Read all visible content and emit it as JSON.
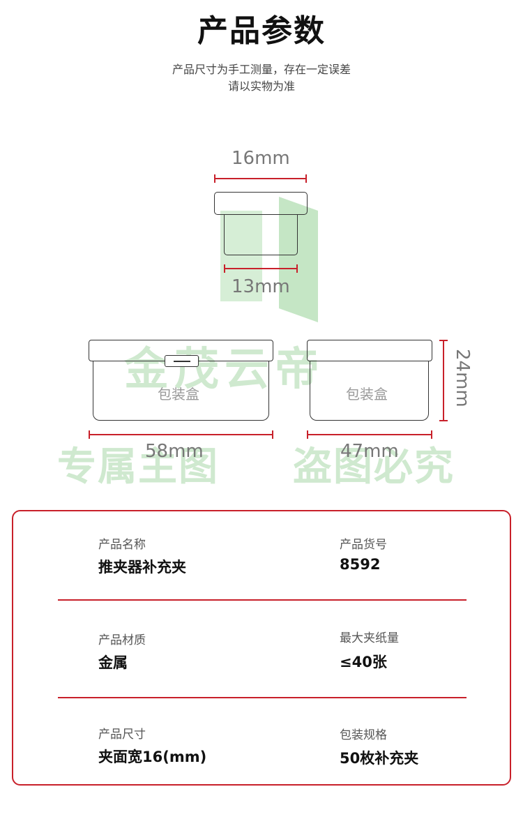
{
  "page": {
    "title": "产品参数",
    "note_line1": "产品尺寸为手工测量，存在一定误差",
    "note_line2": "请以实物为准"
  },
  "watermarks": {
    "line1": "金茂云帝",
    "line2_left": "专属主图",
    "line2_right": "盗图必究"
  },
  "diagram": {
    "clip_width_top": "16mm",
    "clip_width_bottom": "13mm",
    "box_left_label": "包装盒",
    "box_right_label": "包装盒",
    "box_left_width": "58mm",
    "box_right_width": "47mm",
    "box_height": "24mm"
  },
  "specs": [
    {
      "label": "产品名称",
      "value": "推夹器补充夹"
    },
    {
      "label": "产品货号",
      "value": "8592"
    },
    {
      "label": "产品材质",
      "value": "金属"
    },
    {
      "label": "最大夹纸量",
      "value": "≤40张"
    },
    {
      "label": "产品尺寸",
      "value": "夹面宽16(mm)"
    },
    {
      "label": "包装规格",
      "value": "50枚补充夹"
    }
  ],
  "colors": {
    "accent": "#c8202a",
    "watermark": "#cfe9cf"
  }
}
